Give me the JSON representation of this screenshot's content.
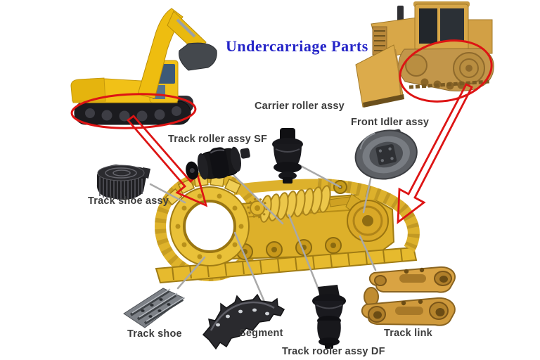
{
  "title": {
    "text": "Undercarriage Parts"
  },
  "colors": {
    "title_blue": "#2525c8",
    "arrow_red": "#dd1414",
    "label_dark": "#3b3b3b",
    "leader_gray": "#a9a9a9",
    "excavator_yellow": "#f1c117",
    "bulldozer_tan": "#d8a748",
    "assembly_yellow": "#ddb02a",
    "track_link_yellow": "#d9a343"
  },
  "illustrations": {
    "left_machine": "excavator",
    "right_machine": "bulldozer",
    "center": "track-group-assembly"
  },
  "parts": [
    {
      "id": "track-shoe-assy",
      "label": "Track shoe assy"
    },
    {
      "id": "track-roller-assy-sf",
      "label": "Track roller assy SF"
    },
    {
      "id": "carrier-roller-assy",
      "label": "Carrier roller assy"
    },
    {
      "id": "front-idler-assy",
      "label": "Front Idler assy"
    },
    {
      "id": "track-shoe",
      "label": "Track shoe"
    },
    {
      "id": "segment",
      "label": "Segment"
    },
    {
      "id": "track-rooler-assy-df",
      "label": "Track rooler assy DF"
    },
    {
      "id": "track-link",
      "label": "Track link"
    }
  ]
}
